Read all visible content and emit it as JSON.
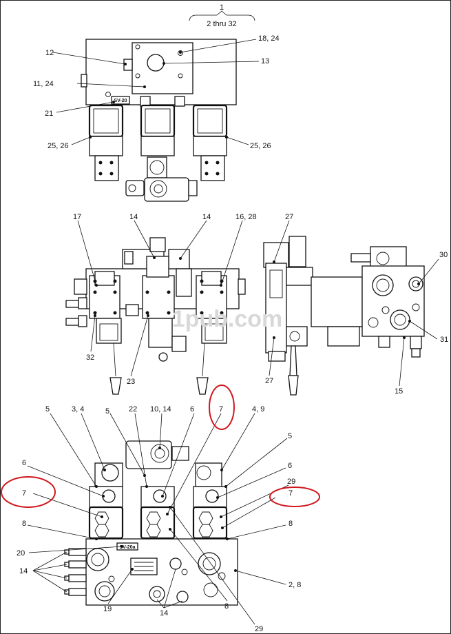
{
  "assembly": {
    "number": "1",
    "range": "2 thru 32"
  },
  "watermark": "1pub.com",
  "plate_tags": {
    "top": "SV-20",
    "bottom": "SV-20a"
  },
  "callouts": {
    "top": [
      {
        "id": "t12",
        "text": "12"
      },
      {
        "id": "t1824",
        "text": "18, 24"
      },
      {
        "id": "t13",
        "text": "13"
      },
      {
        "id": "t1124",
        "text": "11, 24"
      },
      {
        "id": "t21",
        "text": "21"
      },
      {
        "id": "t2526a",
        "text": "25, 26"
      },
      {
        "id": "t2526b",
        "text": "25, 26"
      }
    ],
    "middle": [
      {
        "id": "m17",
        "text": "17"
      },
      {
        "id": "m14a",
        "text": "14"
      },
      {
        "id": "m14b",
        "text": "14"
      },
      {
        "id": "m1628",
        "text": "16, 28"
      },
      {
        "id": "m27a",
        "text": "27"
      },
      {
        "id": "m30",
        "text": "30"
      },
      {
        "id": "m31",
        "text": "31"
      },
      {
        "id": "m32",
        "text": "32"
      },
      {
        "id": "m23",
        "text": "23"
      },
      {
        "id": "m27b",
        "text": "27"
      },
      {
        "id": "m15",
        "text": "15"
      }
    ],
    "bottom": [
      {
        "id": "b5a",
        "text": "5"
      },
      {
        "id": "b34",
        "text": "3, 4"
      },
      {
        "id": "b5b",
        "text": "5"
      },
      {
        "id": "b22",
        "text": "22"
      },
      {
        "id": "b1014",
        "text": "10, 14"
      },
      {
        "id": "b6a",
        "text": "6"
      },
      {
        "id": "b7top",
        "text": "7"
      },
      {
        "id": "b49",
        "text": "4, 9"
      },
      {
        "id": "b5c",
        "text": "5"
      },
      {
        "id": "b6b",
        "text": "6"
      },
      {
        "id": "b6c",
        "text": "6"
      },
      {
        "id": "b7left",
        "text": "7"
      },
      {
        "id": "b29a",
        "text": "29"
      },
      {
        "id": "b7right",
        "text": "7"
      },
      {
        "id": "b8a",
        "text": "8"
      },
      {
        "id": "b8b",
        "text": "8"
      },
      {
        "id": "b20",
        "text": "20"
      },
      {
        "id": "b14l",
        "text": "14"
      },
      {
        "id": "b28",
        "text": "2, 8"
      },
      {
        "id": "b19",
        "text": "19"
      },
      {
        "id": "b14b",
        "text": "14"
      },
      {
        "id": "b8c",
        "text": "8"
      },
      {
        "id": "b29b",
        "text": "29"
      }
    ]
  },
  "highlight_color": "#d0161d"
}
